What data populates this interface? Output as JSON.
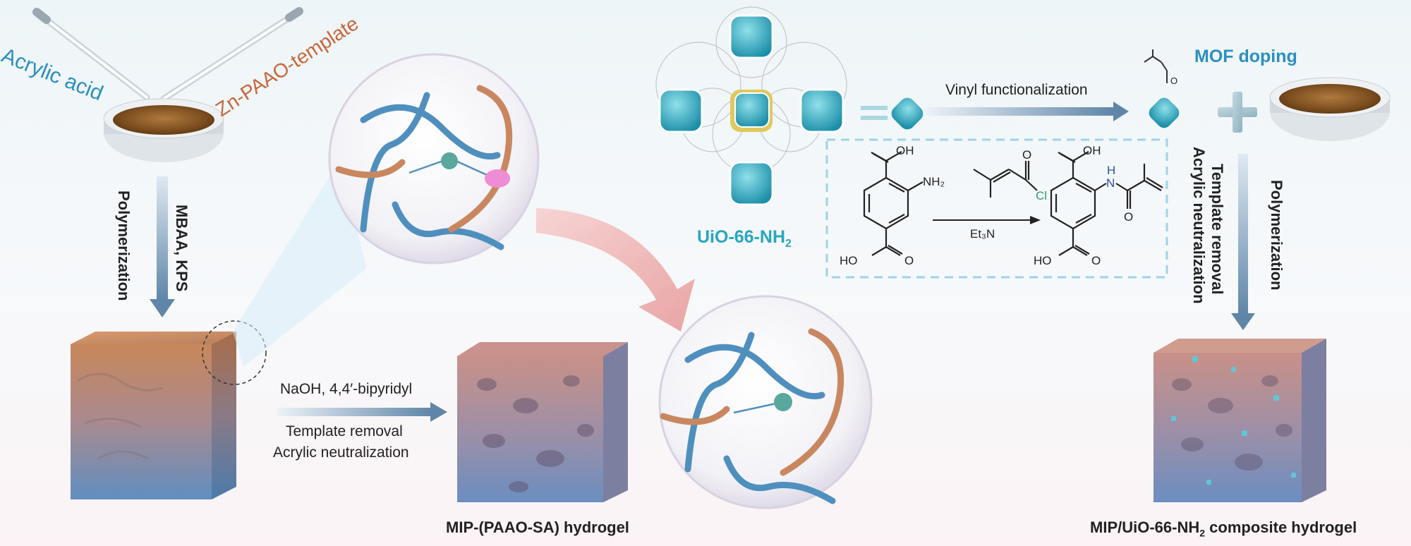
{
  "labels": {
    "acrylic_acid": "Acrylic acid",
    "zn_paao_template": "Zn-PAAO-template",
    "polymerization_left": "Polymerization",
    "mbaa_kps": "MBAA, KPS",
    "naoh_bipyridyl": "NaOH, 4,4′-bipyridyl",
    "template_removal_1": "Template removal",
    "acrylic_neutralization_1": "Acrylic neutralization",
    "mip_paao_sa": "MIP-(PAAO-SA) hydrogel",
    "uio66_nh2_base": "UiO-66-NH",
    "uio66_nh2_sub": "2",
    "vinyl_functionalization": "Vinyl functionalization",
    "mof_doping": "MOF doping",
    "template_removal_2": "Template removal",
    "acrylic_neutralization_2": "Acrylic neutralization",
    "polymerization_right": "Polymerization",
    "composite_base": "MIP/UiO-66-NH",
    "composite_sub": "2",
    "composite_tail": " composite hydrogel"
  },
  "chem": {
    "oh_top_left": "OH",
    "nh2": "NH₂",
    "cl": "Cl",
    "et3n": "Et₃N",
    "ho_bottom_left": "HO",
    "oh_top_right": "OH",
    "n": "N",
    "h": "H",
    "ho_bottom_right": "HO",
    "o_label": "O"
  },
  "colors": {
    "blue_text": "#2a8fc0",
    "orange_text": "#c8663a",
    "mof_teal": "#27a6bf",
    "arrow_blue": "#5f86a8",
    "chain_blue": "#4f8fbe",
    "chain_orange": "#c9875f",
    "dashed_box": "#9fd3e6"
  }
}
